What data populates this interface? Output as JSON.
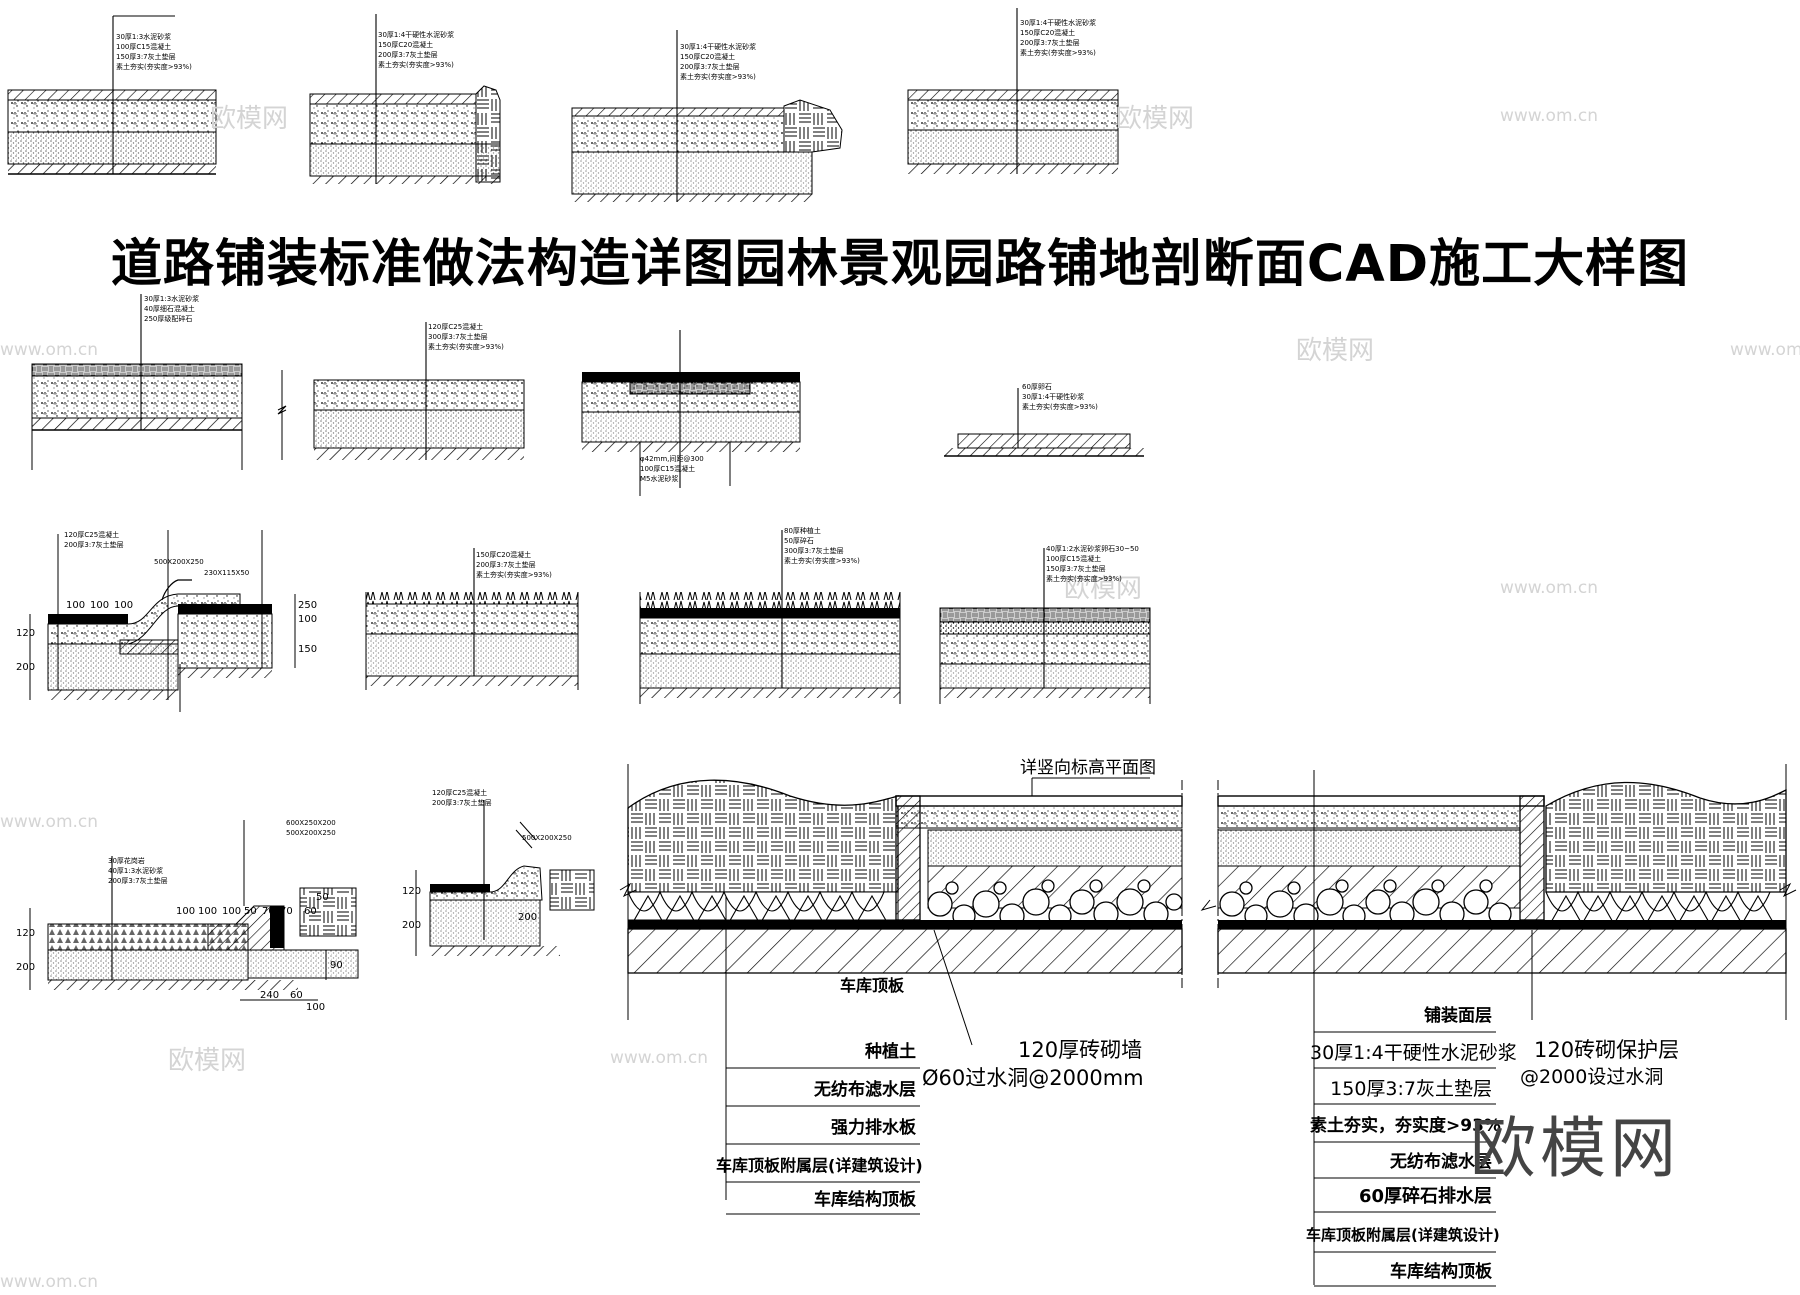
{
  "title": "道路铺装标准做法构造详图园林景观园路铺地剖断面CAD施工大样图",
  "watermark": {
    "site": "www.om.cn",
    "name": "欧模网",
    "brand": "欧模网"
  },
  "wall_section": {
    "callout": "详竖向标高平面图",
    "slab_label": "车库顶板",
    "brick_wall": "120厚砖砌墙",
    "drain_hole": "Ø60过水洞@2000mm",
    "left_legend": [
      "种植土",
      "无纺布滤水层",
      "强力排水板",
      "车库顶板附属层(详建筑设计)",
      "车库结构顶板"
    ],
    "right_legend": [
      "铺装面层",
      "30厚1:4干硬性水泥砂浆",
      "150厚3:7灰土垫层",
      "素土夯实，夯实度>93%",
      "无纺布滤水层",
      "60厚碎石排水层",
      "车库顶板附属层(详建筑设计)",
      "车库结构顶板"
    ],
    "protect_layer": "120砖砌保护层",
    "protect_hole": "@2000设过水洞"
  },
  "small_details": {
    "d1": [
      "30厚1:3水泥砂浆",
      "100厚C15混凝土",
      "150厚3:7灰土垫层",
      "素土夯实(夯实度>93%)"
    ],
    "d2": [
      "30厚1:4干硬性水泥砂浆",
      "150厚C20混凝土",
      "200厚3:7灰土垫层",
      "素土夯实(夯实度>93%)"
    ],
    "d5": [
      "30厚1:3水泥砂浆",
      "40厚细石混凝土",
      "250厚级配碎石"
    ],
    "d6": [
      "120厚C25混凝土",
      "300厚3:7灰土垫层",
      "素土夯实(夯实度>93%)"
    ],
    "d7": [
      "M5水泥砂浆",
      "100厚C15混凝土",
      "φ42mm,间距@300"
    ],
    "d8": [
      "60厚卵石",
      "30厚1:4干硬性砂浆",
      "素土夯实(夯实度>93%)"
    ],
    "d9": [
      "120厚C25混凝土",
      "200厚3:7灰土垫层",
      "500X200X250",
      "230X115X50"
    ],
    "d10": [
      "150厚C20混凝土",
      "200厚3:7灰土垫层",
      "素土夯实(夯实度>93%)"
    ],
    "d11": [
      "80厚种植土",
      "50厚碎石",
      "300厚3:7灰土垫层",
      "素土夯实(夯实度>93%)"
    ],
    "d12": [
      "40厚1:2水泥砂浆卵石30~50",
      "100厚C15混凝土",
      "150厚3:7灰土垫层",
      "素土夯实(夯实度>93%)"
    ],
    "d13": [
      "30厚花岗岩",
      "40厚1:3水泥砂浆",
      "200厚3:7灰土垫层",
      "600X250X200",
      "500X200X250"
    ],
    "d14": [
      "120厚C25混凝土",
      "200厚3:7灰土垫层",
      "500X200X250"
    ]
  },
  "dims": {
    "d9_row": [
      "100",
      "100",
      "100"
    ],
    "d9_v": [
      "120",
      "200"
    ],
    "d9_r": [
      "100",
      "250",
      "150"
    ],
    "d13_row": [
      "100",
      "100",
      "100",
      "50",
      "70",
      "70",
      "60",
      "50"
    ],
    "d13_v": [
      "120",
      "200"
    ],
    "d13_b": [
      "240",
      "60",
      "100"
    ],
    "d13_r": [
      "90"
    ],
    "d14_v": [
      "120",
      "200"
    ],
    "d14_b": [
      "200"
    ]
  }
}
